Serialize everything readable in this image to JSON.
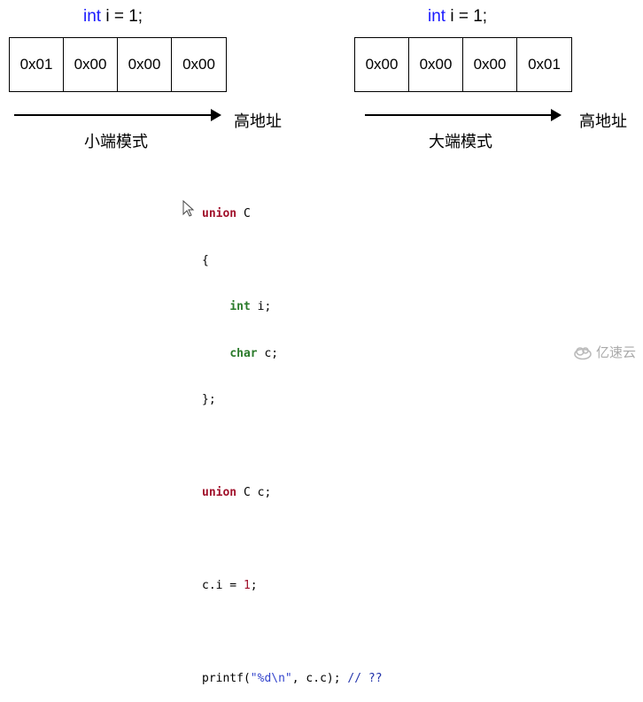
{
  "little": {
    "decl_kw": "int",
    "decl_rest": " i = 1;",
    "cells": [
      "0x01",
      "0x00",
      "0x00",
      "0x00"
    ],
    "addr_label": "高地址",
    "mode_label": "小端模式"
  },
  "big": {
    "decl_kw": "int",
    "decl_rest": " i = 1;",
    "cells": [
      "0x00",
      "0x00",
      "0x00",
      "0x01"
    ],
    "addr_label": "高地址",
    "mode_label": "大端模式"
  },
  "code": {
    "l1_kw": "union",
    "l1_rest": " C",
    "l2": "{",
    "l3_kw": "int",
    "l3_rest": " i;",
    "l4_kw": "char",
    "l4_rest": " c;",
    "l5": "};",
    "l6_kw": "union",
    "l6_rest": " C c;",
    "l7_pre": "c.i = ",
    "l7_num": "1",
    "l7_post": ";",
    "l8_pre": "printf(",
    "l8_str": "\"%d\\n\"",
    "l8_mid": ", c.c); ",
    "l8_cmt": "// ??"
  },
  "watermark": {
    "text": "亿速云"
  }
}
